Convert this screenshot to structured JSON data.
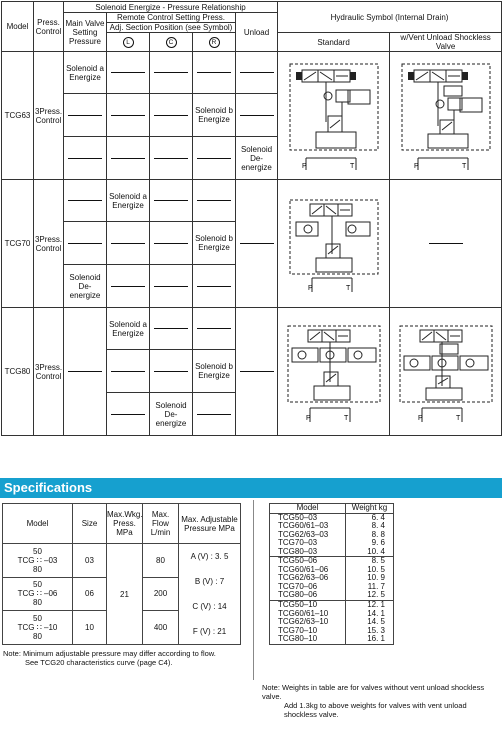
{
  "rel_table": {
    "h_model": "Model",
    "h_press_control": "Press. Control",
    "h_main_valve": "Main Valve Setting Pressure",
    "h_solenoid_energize": "Solenoid Energize - Pressure Relationship",
    "h_remote_control": "Remote Control Setting Press.",
    "h_adj_section": "Adj. Section Position (see Symbol)",
    "circ_L": "L",
    "circ_C": "C",
    "circ_R": "R",
    "h_unload": "Unload",
    "h_hydraulic_symbol": "Hydraulic Symbol (Internal Drain)",
    "h_standard": "Standard",
    "h_vent": "w/Vent Unload Shockless Valve",
    "press_control_value": "3Press. Control",
    "sol_a_energize": "Solenoid a Energize",
    "sol_b_energize": "Solenoid b Energize",
    "sol_de_energize": "Solenoid De-energize",
    "models": [
      "TCG63",
      "TCG70",
      "TCG80"
    ]
  },
  "specs": {
    "title": "Specifications",
    "h_model": "Model",
    "h_size": "Size",
    "h_max_wkg": "Max.Wkg. Press. MPa",
    "h_max_flow": "Max. Flow L/min",
    "h_max_adj": "Max. Adjustable Pressure MPa",
    "rows": [
      {
        "top": "50",
        "model": "TCG ∷ –03",
        "bot": "80",
        "size": "03",
        "flow": "80"
      },
      {
        "top": "50",
        "model": "TCG ∷ –06",
        "bot": "80",
        "size": "06",
        "flow": "200"
      },
      {
        "top": "50",
        "model": "TCG ∷ –10",
        "bot": "80",
        "size": "10",
        "flow": "400"
      }
    ],
    "press": "21",
    "adj": [
      "A (V) : 3. 5",
      "B (V) : 7",
      "C (V) : 14",
      "F (V) : 21"
    ],
    "note_line1": "Note: Minimum adjustable pressure may differ according to flow.",
    "note_line2": "See TCG20 characteristics curve (page C4)."
  },
  "weights": {
    "h_model": "Model",
    "h_weight": "Weight kg",
    "rows": [
      {
        "model": "TCG50–03",
        "weight": "6. 4"
      },
      {
        "model": "TCG60/61–03",
        "weight": "8. 4"
      },
      {
        "model": "TCG62/63–03",
        "weight": "8. 8"
      },
      {
        "model": "TCG70–03",
        "weight": "9. 6"
      },
      {
        "model": "TCG80–03",
        "weight": "10. 4"
      },
      {
        "model": "TCG50–06",
        "weight": "8. 5"
      },
      {
        "model": "TCG60/61–06",
        "weight": "10. 5"
      },
      {
        "model": "TCG62/63–06",
        "weight": "10. 9"
      },
      {
        "model": "TCG70–06",
        "weight": "11. 7"
      },
      {
        "model": "TCG80–06",
        "weight": "12. 5"
      },
      {
        "model": "TCG50–10",
        "weight": "12. 1"
      },
      {
        "model": "TCG60/61–10",
        "weight": "14. 1"
      },
      {
        "model": "TCG62/63–10",
        "weight": "14. 5"
      },
      {
        "model": "TCG70–10",
        "weight": "15. 3"
      },
      {
        "model": "TCG80–10",
        "weight": "16. 1"
      }
    ],
    "note_line1": "Note: Weights in table are for valves without vent unload shockless valve.",
    "note_line2": "Add 1.3kg to above weights for valves with vent unload shockless valve."
  }
}
